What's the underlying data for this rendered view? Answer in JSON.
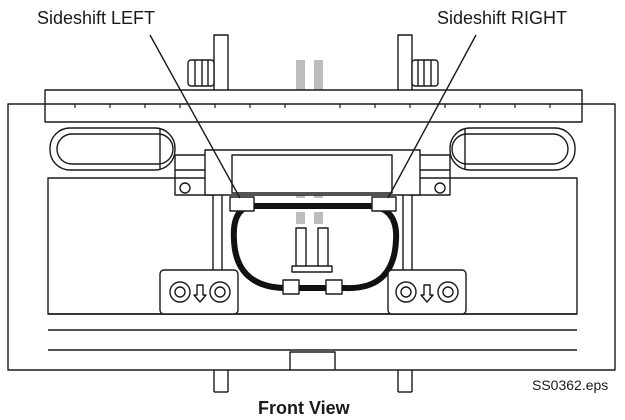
{
  "labels": {
    "sideshift_left": "Sideshift LEFT",
    "sideshift_right": "Sideshift RIGHT",
    "file_name": "SS0362.eps",
    "view_caption": "Front View"
  },
  "colors": {
    "line": "#1a1a1a",
    "hose": "#111111",
    "center_marks": "#bdbdbd",
    "background": "#ffffff"
  }
}
